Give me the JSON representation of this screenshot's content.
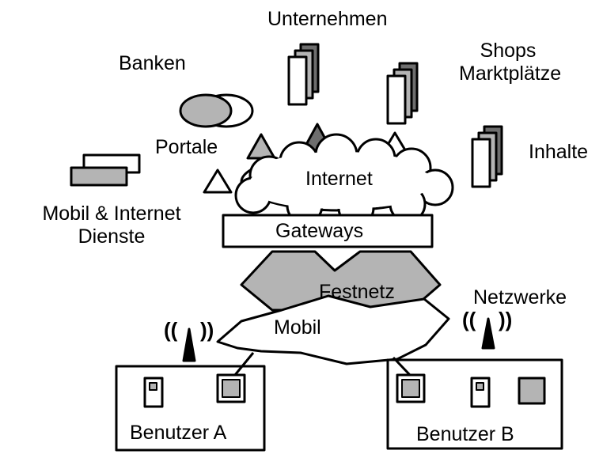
{
  "labels": {
    "unternehmen": "Unternehmen",
    "banken": "Banken",
    "shops_line1": "Shops",
    "shops_line2": "Marktplätze",
    "portale": "Portale",
    "inhalte": "Inhalte",
    "internet": "Internet",
    "mobil_dienste_line1": "Mobil & Internet",
    "mobil_dienste_line2": "Dienste",
    "gateways": "Gateways",
    "festnetz": "Festnetz",
    "netzwerke": "Netzwerke",
    "mobil": "Mobil",
    "benutzer_a": "Benutzer A",
    "benutzer_b": "Benutzer B"
  },
  "colors": {
    "line": "#000000",
    "gray_fill": "#b4b4b4",
    "dark_fill": "#6e6e6e",
    "white_fill": "#ffffff"
  }
}
